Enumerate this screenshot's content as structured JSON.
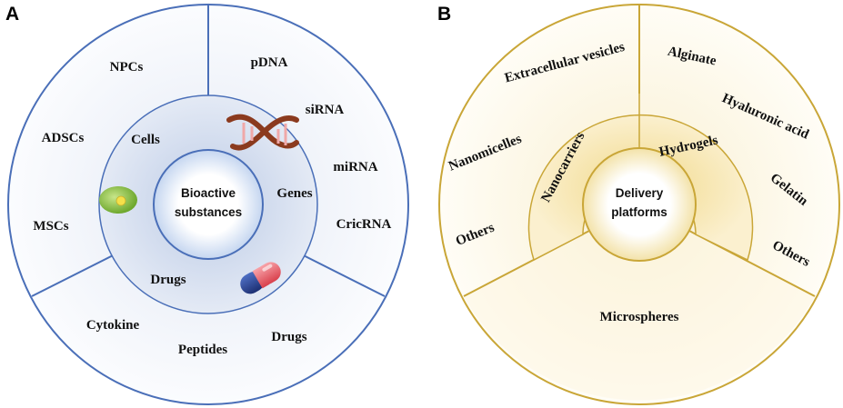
{
  "panel_a": {
    "letter": "A",
    "center_label": [
      "Bioactive",
      "substances"
    ],
    "inner_labels": {
      "cells": "Cells",
      "genes": "Genes",
      "drugs": "Drugs"
    },
    "outer_labels": {
      "npcs": "NPCs",
      "adscs": "ADSCs",
      "mscs": "MSCs",
      "pdna": "pDNA",
      "sirna": "siRNA",
      "mirna": "miRNA",
      "cricrna": "CricRNA",
      "cytokine": "Cytokine",
      "peptides": "Peptides",
      "drugs": "Drugs"
    },
    "colors": {
      "stroke": "#4a6fb8",
      "outer_fill": "#f4f7fc",
      "inner_fill": "#c9d5ea",
      "center_fill": "#ffffff"
    },
    "icons": [
      "stem-cell-icon",
      "dna-helix-icon",
      "capsule-icon"
    ]
  },
  "panel_b": {
    "letter": "B",
    "center_label": [
      "Delivery",
      "platforms"
    ],
    "inner_labels": {
      "nanocarriers": "Nanocarriers",
      "hydrogels": "Hydrogels"
    },
    "outer_labels": {
      "extracellular_vesicles": "Extracellular vesicles",
      "nanomicelles": "Nanomicelles",
      "others_left": "Others",
      "alginate": "Alginate",
      "hyaluronic_acid": "Hyaluronic acid",
      "gelatin": "Gelatin",
      "others_right": "Others",
      "microspheres": "Microspheres"
    },
    "colors": {
      "stroke": "#c9a637",
      "outer_fill": "#fdf8ea",
      "inner_fill": "#f6e6b4",
      "center_fill": "#ffffff"
    }
  }
}
